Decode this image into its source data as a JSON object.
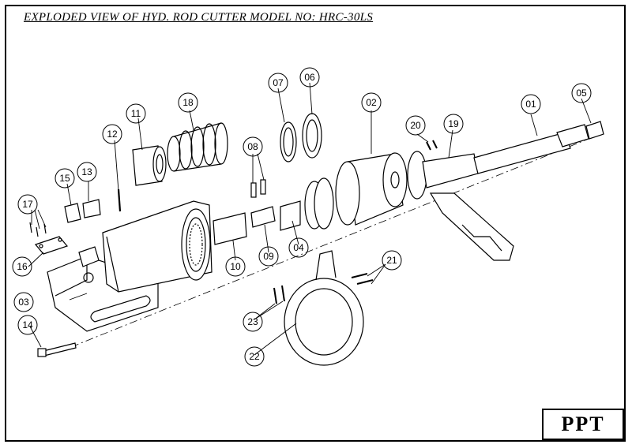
{
  "title": "EXPLODED VIEW OF HYD. ROD CUTTER MODEL NO: HRC-30LS",
  "logo_text": "PPT",
  "parts": [
    {
      "id": "01",
      "name": "part-01-piston-rod"
    },
    {
      "id": "02",
      "name": "part-02-cylinder"
    },
    {
      "id": "03",
      "name": "part-03-blade-housing"
    },
    {
      "id": "04",
      "name": "part-04-piston"
    },
    {
      "id": "05",
      "name": "part-05-coupler"
    },
    {
      "id": "06",
      "name": "part-06-ring"
    },
    {
      "id": "07",
      "name": "part-07-ring"
    },
    {
      "id": "08",
      "name": "part-08-pins"
    },
    {
      "id": "09",
      "name": "part-09-block"
    },
    {
      "id": "10",
      "name": "part-10-blade-holder"
    },
    {
      "id": "11",
      "name": "part-11-sleeve"
    },
    {
      "id": "12",
      "name": "part-12-pin"
    },
    {
      "id": "13",
      "name": "part-13-blade"
    },
    {
      "id": "14",
      "name": "part-14-bolt"
    },
    {
      "id": "15",
      "name": "part-15-blade"
    },
    {
      "id": "16",
      "name": "part-16-plate"
    },
    {
      "id": "17",
      "name": "part-17-screws"
    },
    {
      "id": "18",
      "name": "part-18-spring"
    },
    {
      "id": "19",
      "name": "part-19-handle-body"
    },
    {
      "id": "20",
      "name": "part-20-set-screws"
    },
    {
      "id": "21",
      "name": "part-21-screws"
    },
    {
      "id": "22",
      "name": "part-22-carry-ring"
    },
    {
      "id": "23",
      "name": "part-23-screws"
    }
  ]
}
